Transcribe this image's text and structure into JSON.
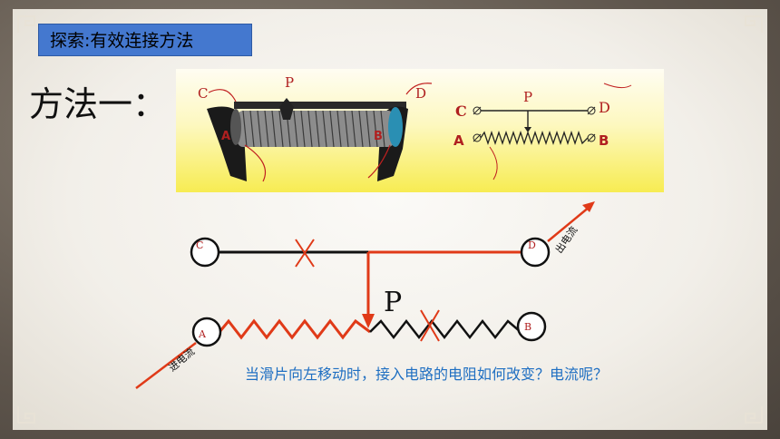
{
  "title": "探索:有效连接方法",
  "method": "方法一：",
  "photo": {
    "labels": {
      "c": "C",
      "p": "P",
      "d": "D",
      "a": "A",
      "b": "B"
    }
  },
  "symbol": {
    "labels": {
      "c": "C",
      "p": "P",
      "d": "D",
      "a": "A",
      "b": "B"
    }
  },
  "circuit": {
    "terminals": {
      "c": "C",
      "d": "D",
      "a": "A",
      "b": "B"
    },
    "slider_label": "P",
    "current_in": "进电流",
    "current_out": "出电流"
  },
  "question": "当滑片向左移动时，接入电路的电阻如何改变？电流呢？",
  "colors": {
    "title_bg": "#4478cf",
    "wire_red": "#e03a18",
    "wire_black": "#111111",
    "question_text": "#1f6fc2",
    "panel_yellow": "#f7ec52"
  }
}
